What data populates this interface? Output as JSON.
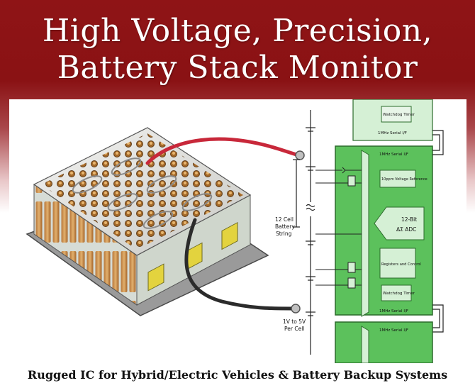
{
  "header": {
    "title_line1": "High Voltage, Precision,",
    "title_line2": "Battery Stack Monitor"
  },
  "diagram": {
    "chips": [
      {
        "serial_label": "1MHz Serial I/F",
        "watchdog_label": "Watchdog Timer"
      },
      {
        "serial_label": "1MHz Serial I/F",
        "watchdog_label": "Watchdog Timer",
        "reference_label": "10ppm Voltage Reference",
        "adc_label_1": "12-Bit",
        "adc_label_2": "ΔΣ ADC",
        "registers_label": "Registers and Control"
      },
      {
        "serial_label": "1MHz Serial I/F"
      }
    ],
    "serial_bottom_label": "1MHz Serial I/F",
    "cell_string_label": [
      "12 Cell",
      "Battery",
      "String"
    ],
    "per_cell_label": [
      "1V to 5V",
      "Per Cell"
    ]
  },
  "colors": {
    "banner_red": "#8a1214",
    "chip_green": "#5cc15c",
    "chip_green_light": "#d5f0d5",
    "cable_red": "#c8283a",
    "cable_black": "#2b2b2b"
  },
  "caption": "Rugged IC for Hybrid/Electric Vehicles & Battery Backup Systems"
}
